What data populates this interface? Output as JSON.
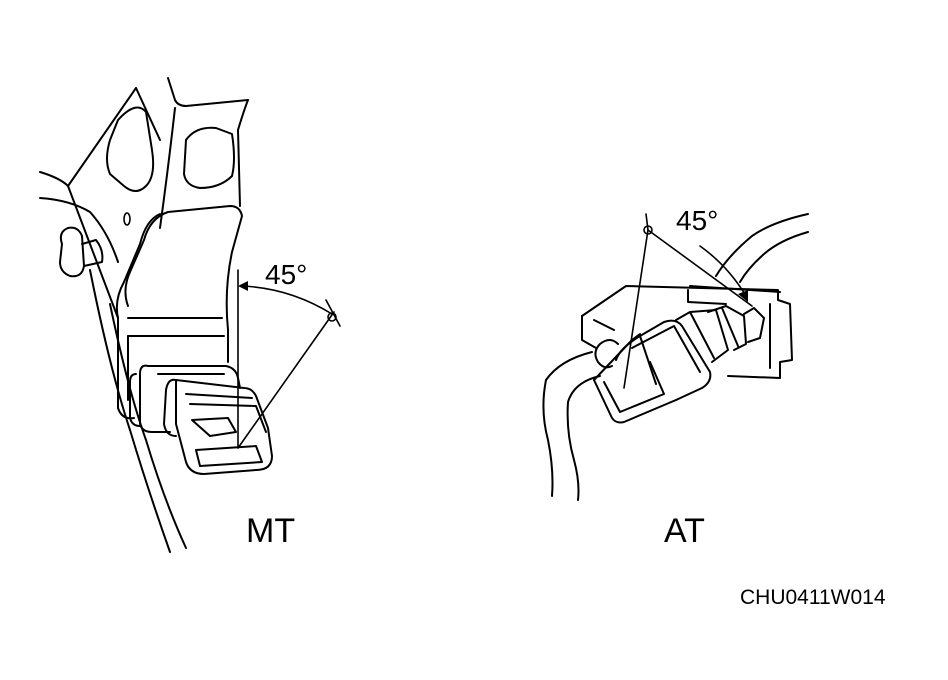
{
  "left_view": {
    "label": "MT",
    "angle": "45°"
  },
  "right_view": {
    "label": "AT",
    "angle": "45°"
  },
  "figure_code": "CHU0411W014",
  "colors": {
    "ink": "#000000",
    "paper": "#ffffff"
  }
}
